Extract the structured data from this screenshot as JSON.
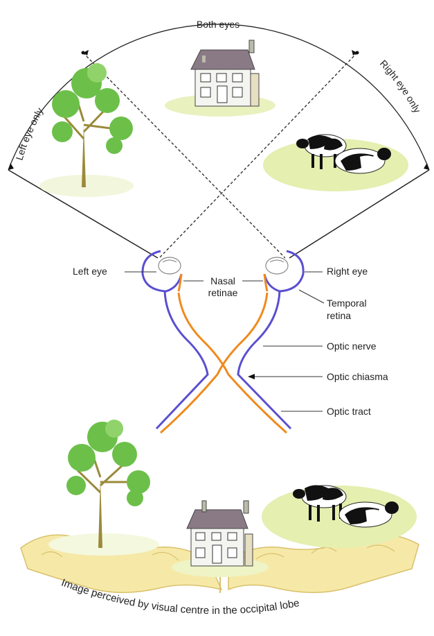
{
  "fields": {
    "both_eyes": "Both eyes",
    "left_eye_only": "Left eye only",
    "right_eye_only": "Right eye only"
  },
  "labels": {
    "left_eye": "Left eye",
    "right_eye": "Right eye",
    "nasal_line1": "Nasal",
    "nasal_line2": "retinae",
    "temporal_line1": "Temporal",
    "temporal_line2": "retina",
    "optic_nerve": "Optic nerve",
    "optic_chiasma": "Optic chiasma",
    "optic_tract": "Optic tract"
  },
  "caption": "Image perceived by visual centre in the occipital lobe",
  "colors": {
    "nasal_pathway": "#f08a1c",
    "temporal_pathway": "#5a4fd0",
    "foliage": "#6cc04a",
    "trunk": "#9a8a3a",
    "grass": "#e4efb0",
    "cortex": "#f6e9a8",
    "cortex_edge": "#d9c06a"
  },
  "icons": {
    "tree": "tree-illustration",
    "house": "house-illustration",
    "cows": "cows-illustration"
  }
}
